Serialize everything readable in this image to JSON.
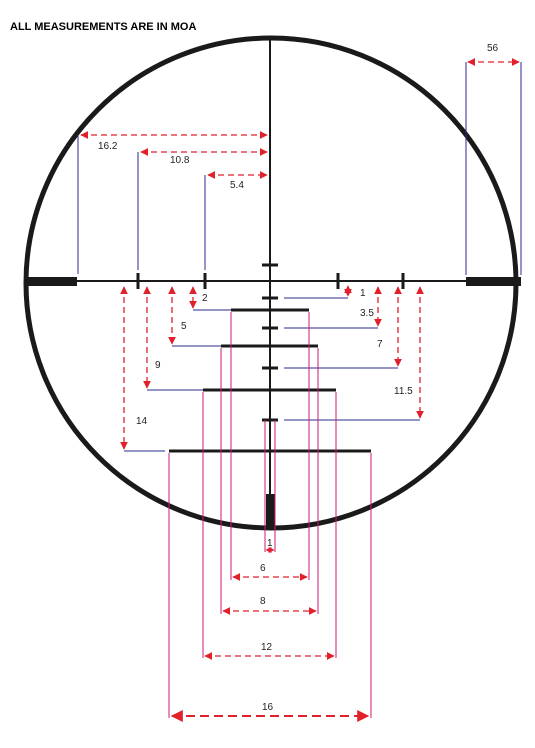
{
  "title": "ALL MEASUREMENTS ARE IN MOA",
  "colors": {
    "reticle": "#1a1a1a",
    "dimension_arrow": "#e0202a",
    "leader_blue": "#2a2a8c",
    "leader_magenta": "#d0187a"
  },
  "labels": {
    "field_width": "56",
    "left_post_gap": "16.2",
    "outer_hash": "10.8",
    "inner_hash": "5.4",
    "drop_1": "1",
    "drop_2": "2",
    "drop_3_5": "3.5",
    "drop_5": "5",
    "drop_7": "7",
    "drop_9": "9",
    "drop_11_5": "11.5",
    "drop_14": "14",
    "bar_1": "1",
    "bar_6": "6",
    "bar_8": "8",
    "bar_12": "12",
    "bar_16": "16"
  }
}
